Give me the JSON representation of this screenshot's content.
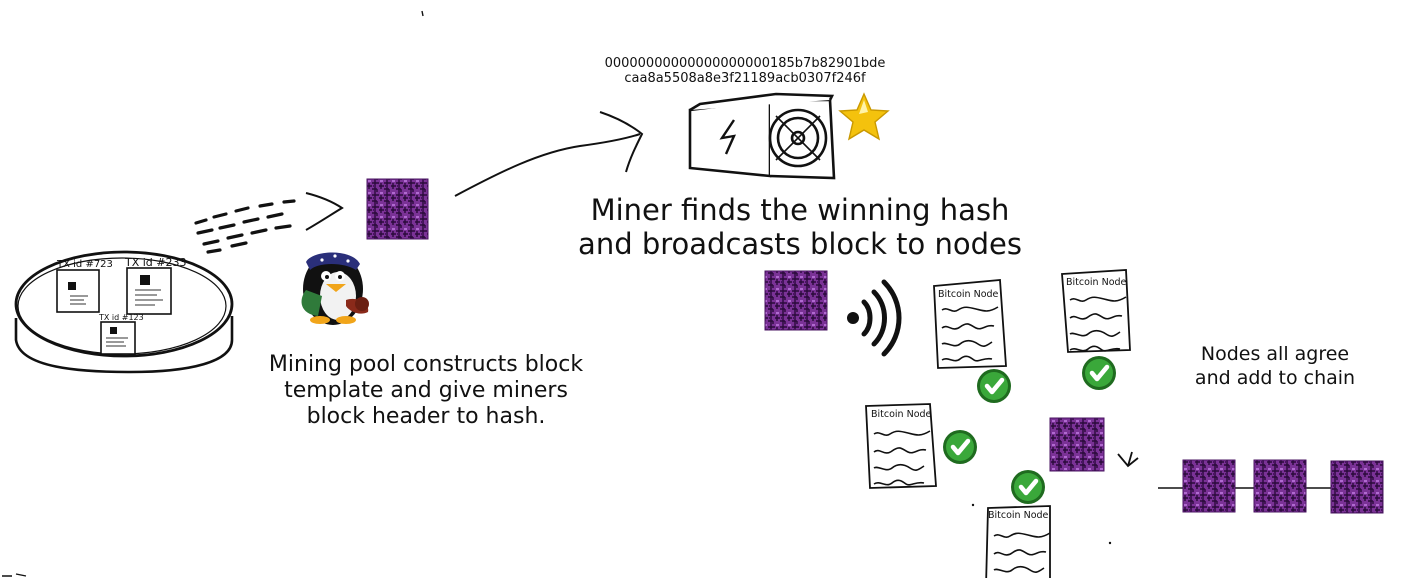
{
  "captions": {
    "pool": [
      "Mining pool constructs block",
      "template and give miners",
      "block header to hash."
    ],
    "miner": [
      "Miner finds the winning hash",
      "and broadcasts block to nodes"
    ],
    "nodes": [
      "Nodes all agree",
      "and add to chain"
    ]
  },
  "hash": [
    "00000000000000000000185b7b82901bde",
    "caa8a5508a8e3f21189acb0307f246f"
  ],
  "transactions": [
    "TX id #723",
    "TX id #233",
    "TX id #123"
  ],
  "node_label": "Bitcoin Node",
  "colors": {
    "block": "#6b2a86",
    "block_dark": "#3b1050",
    "check": "#2e8b2e",
    "star": "#f4c20d"
  },
  "icons": [
    "mempool-disc-icon",
    "penguin-miner-icon",
    "asic-miner-icon",
    "star-icon",
    "broadcast-signal-icon",
    "check-icon",
    "document-node-icon"
  ]
}
